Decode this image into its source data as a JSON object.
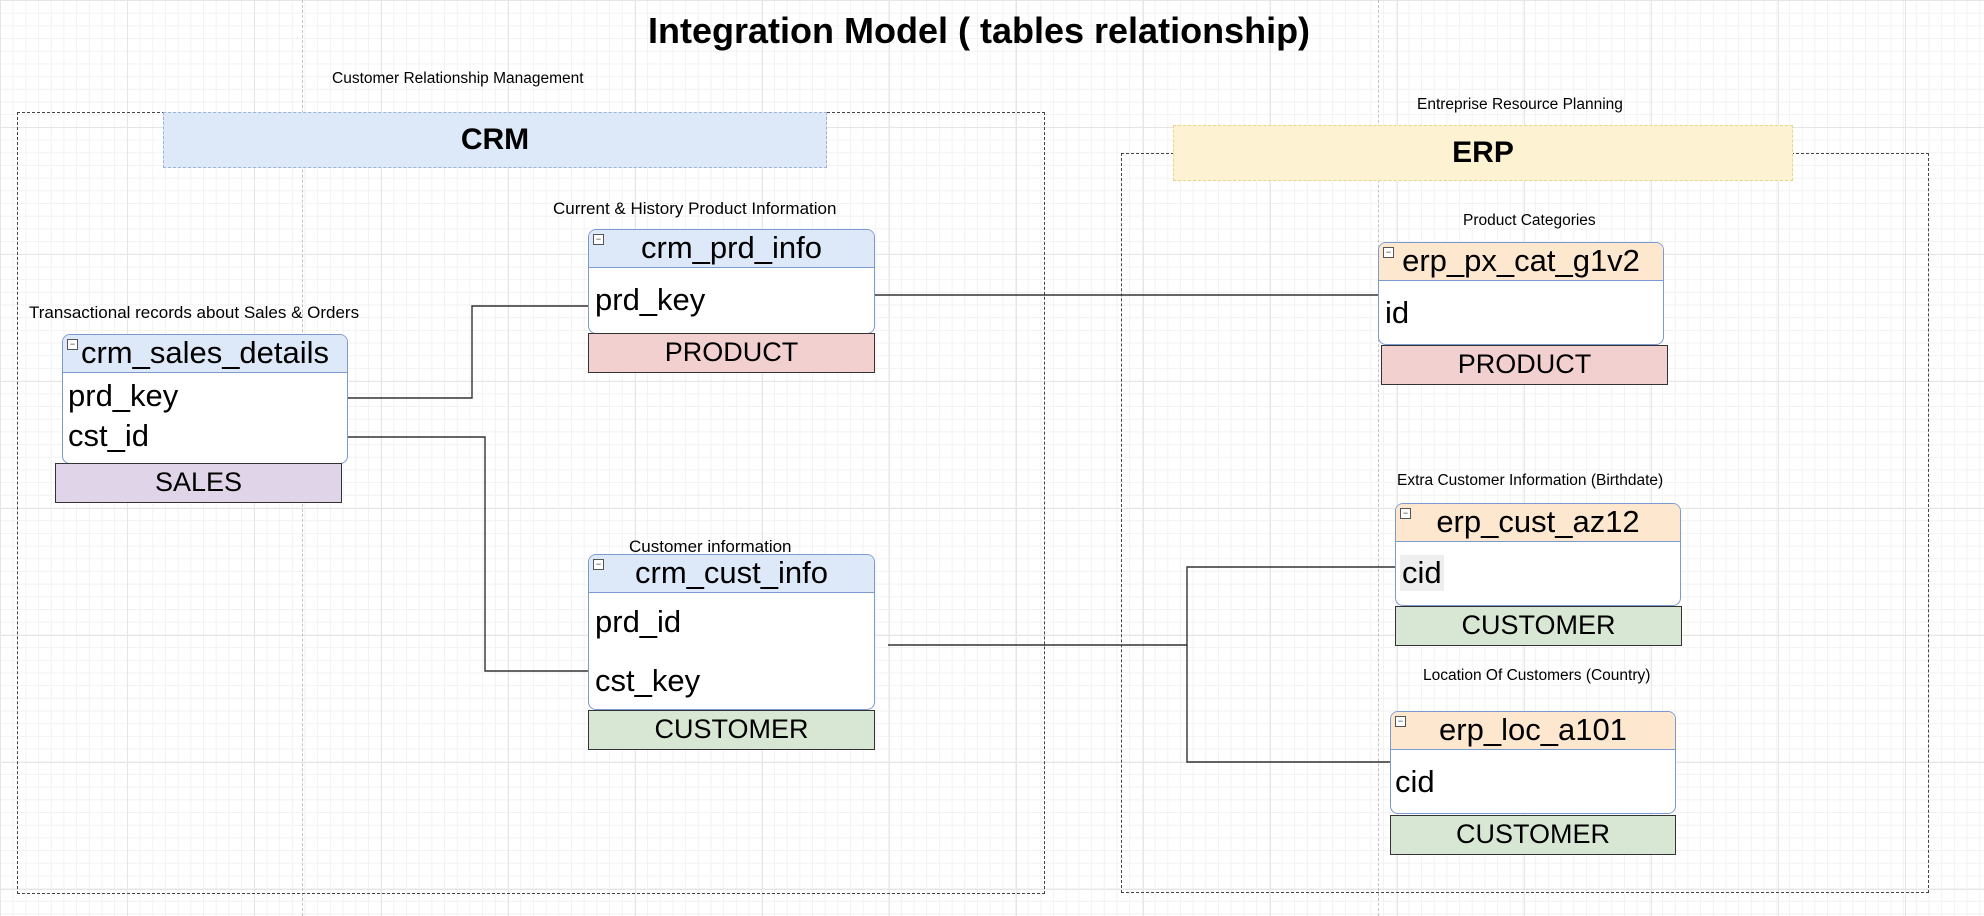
{
  "title": "Integration Model ( tables relationship)",
  "crm": {
    "caption": "Customer Relationship Management",
    "label": "CRM",
    "color": "#dde8f8"
  },
  "erp": {
    "caption": "Entreprise Resource Planning",
    "label": "ERP",
    "color": "#fdf3d2"
  },
  "tables": {
    "crm_sales_details": {
      "caption": "Transactional records about Sales & Orders",
      "name": "crm_sales_details",
      "fields": [
        "prd_key",
        "cst_id"
      ],
      "tag": "SALES",
      "tag_color": "#e0d5e8"
    },
    "crm_prd_info": {
      "caption": "Current & History Product Information",
      "name": "crm_prd_info",
      "fields": [
        "prd_key"
      ],
      "tag": "PRODUCT",
      "tag_color": "#f3d0d0"
    },
    "crm_cust_info": {
      "caption": "Customer information",
      "name": "crm_cust_info",
      "fields": [
        "prd_id",
        "cst_key"
      ],
      "tag": "CUSTOMER",
      "tag_color": "#d8e7d4"
    },
    "erp_px_cat_g1v2": {
      "caption": "Product Categories",
      "name": "erp_px_cat_g1v2",
      "fields": [
        "id"
      ],
      "tag": "PRODUCT",
      "tag_color": "#f3d0d0"
    },
    "erp_cust_az12": {
      "caption": "Extra Customer Information (Birthdate)",
      "name": "erp_cust_az12",
      "fields": [
        "cid"
      ],
      "tag": "CUSTOMER",
      "tag_color": "#d8e7d4"
    },
    "erp_loc_a101": {
      "caption": "Location Of Customers (Country)",
      "name": "erp_loc_a101",
      "fields": [
        "cid"
      ],
      "tag": "CUSTOMER",
      "tag_color": "#d8e7d4"
    }
  },
  "relationships": [
    {
      "from": "crm_sales_details.prd_key",
      "to": "crm_prd_info.prd_key"
    },
    {
      "from": "crm_sales_details.cst_id",
      "to": "crm_cust_info.cst_key"
    },
    {
      "from": "crm_prd_info.prd_key",
      "to": "erp_px_cat_g1v2.id"
    },
    {
      "from": "crm_cust_info",
      "to": "erp_cust_az12.cid"
    },
    {
      "from": "crm_cust_info",
      "to": "erp_loc_a101.cid"
    }
  ],
  "icons": {
    "collapse": "collapse-toggle-icon"
  }
}
